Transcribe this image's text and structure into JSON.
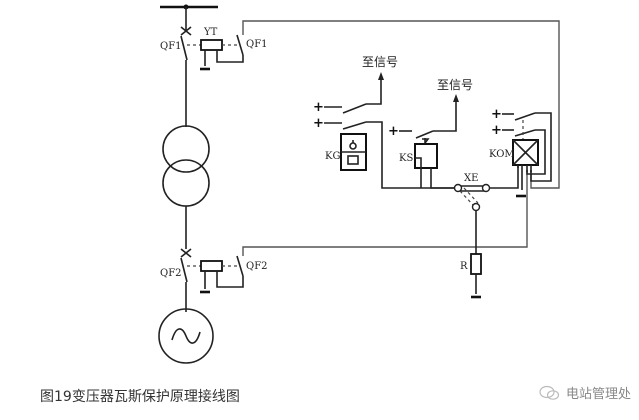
{
  "diagram": {
    "title": "图19变压器瓦斯保护原理接线图",
    "labels": {
      "qf1_left": "QF1",
      "qf1_right": "QF1",
      "yt": "YT",
      "qf2_left": "QF2",
      "qf2_right": "QF2",
      "kg": "KG",
      "ks": "KS",
      "kom": "KOM",
      "xe": "XE",
      "r": "R",
      "signal1": "至信号",
      "signal2": "至信号",
      "plus": "+",
      "minus": "−"
    },
    "components": [
      {
        "id": "busbar",
        "type": "bus"
      },
      {
        "id": "QF1",
        "type": "circuit-breaker"
      },
      {
        "id": "YT",
        "type": "trip-coil"
      },
      {
        "id": "transformer",
        "type": "two-winding-transformer"
      },
      {
        "id": "QF2",
        "type": "circuit-breaker"
      },
      {
        "id": "YT2",
        "type": "trip-coil"
      },
      {
        "id": "generator",
        "type": "ac-generator"
      },
      {
        "id": "KG",
        "type": "gas-relay"
      },
      {
        "id": "KS",
        "type": "signal-relay"
      },
      {
        "id": "KOM",
        "type": "outlet-intermediate-relay"
      },
      {
        "id": "XE",
        "type": "switching-link"
      },
      {
        "id": "R",
        "type": "resistor"
      }
    ]
  },
  "watermark": {
    "icon": "wechat-icon",
    "text": "电站管理处"
  }
}
